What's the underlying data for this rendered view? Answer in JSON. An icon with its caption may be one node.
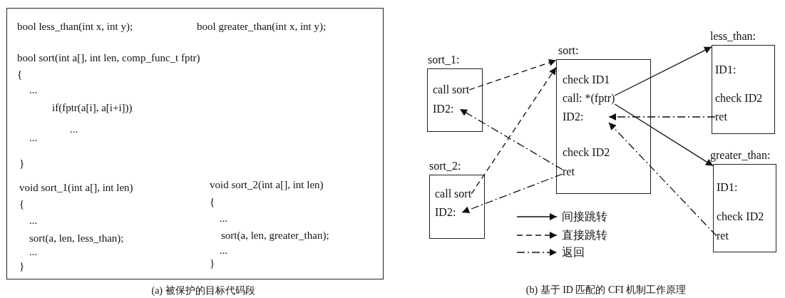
{
  "diagram": {
    "nodes": [
      {
        "text": [
          "bool less_than(int x, int y);",
          "bool greater_than(int x, int y);",
          "bool sort(int a[], int len, comp_func_t fptr)",
          "{",
          "...",
          "if(fptr(a[i], a[i+i]))",
          "...",
          "...",
          "}",
          "void sort_1(int a[], int len)",
          "{",
          "...",
          "sort(a, len, less_than);",
          "...",
          "}",
          "void sort_2(int a[], int len)",
          "{",
          "...",
          "sort(a, len,  greater_than);",
          "...",
          "}"
        ]
      },
      {
        "text": [
          "sort_1:"
        ]
      },
      {
        "text": [
          "call sort"
        ],
        "in": 1
      },
      {
        "text": [
          "ID2:"
        ],
        "in": 1
      },
      {
        "text": [
          "sort_2:"
        ]
      },
      {
        "text": [
          "call sort"
        ],
        "in": 4
      },
      {
        "text": [
          "ID2:"
        ],
        "in": 4
      },
      {
        "text": [
          "sort:",
          "check ID1",
          "check ID2"
        ]
      },
      {
        "text": [
          "call: *(fptr)"
        ],
        "in": 7
      },
      {
        "text": [
          "ID2:"
        ],
        "in": 7
      },
      {
        "text": [
          "ret"
        ],
        "in": 7
      },
      {
        "text": [
          "less_than:",
          "ID1:",
          "check ID2"
        ]
      },
      {
        "text": [
          "ret"
        ],
        "in": 11
      },
      {
        "text": [
          "greater_than:",
          "ID1:",
          "check ID2"
        ]
      },
      {
        "text": [
          "ret"
        ],
        "in": 13
      }
    ],
    "edges": [
      {
        "from": 2,
        "to": 7,
        "arrow": "to",
        "style": "dashed"
      },
      {
        "from": 5,
        "to": 7,
        "arrow": "to",
        "style": "dashed"
      },
      {
        "from": 8,
        "to": 11,
        "arrow": "to"
      },
      {
        "from": 8,
        "to": 13,
        "arrow": "to"
      },
      {
        "from": 12,
        "to": 9,
        "arrow": "to",
        "style": "dashed"
      },
      {
        "from": 14,
        "to": 9,
        "arrow": "to",
        "style": "dashed"
      },
      {
        "from": 10,
        "to": 3,
        "arrow": "to",
        "style": "dashed"
      },
      {
        "from": 10,
        "to": 6,
        "arrow": "to",
        "style": "dashed"
      }
    ],
    "labels": [
      "(a) 被保护的目标代码段",
      "(b) 基于 ID 匹配的 CFI 机制工作原理"
    ],
    "legend": [
      {
        "text": "间接跳转"
      },
      {
        "text": "直接跳转"
      },
      {
        "text": "返回"
      }
    ]
  }
}
